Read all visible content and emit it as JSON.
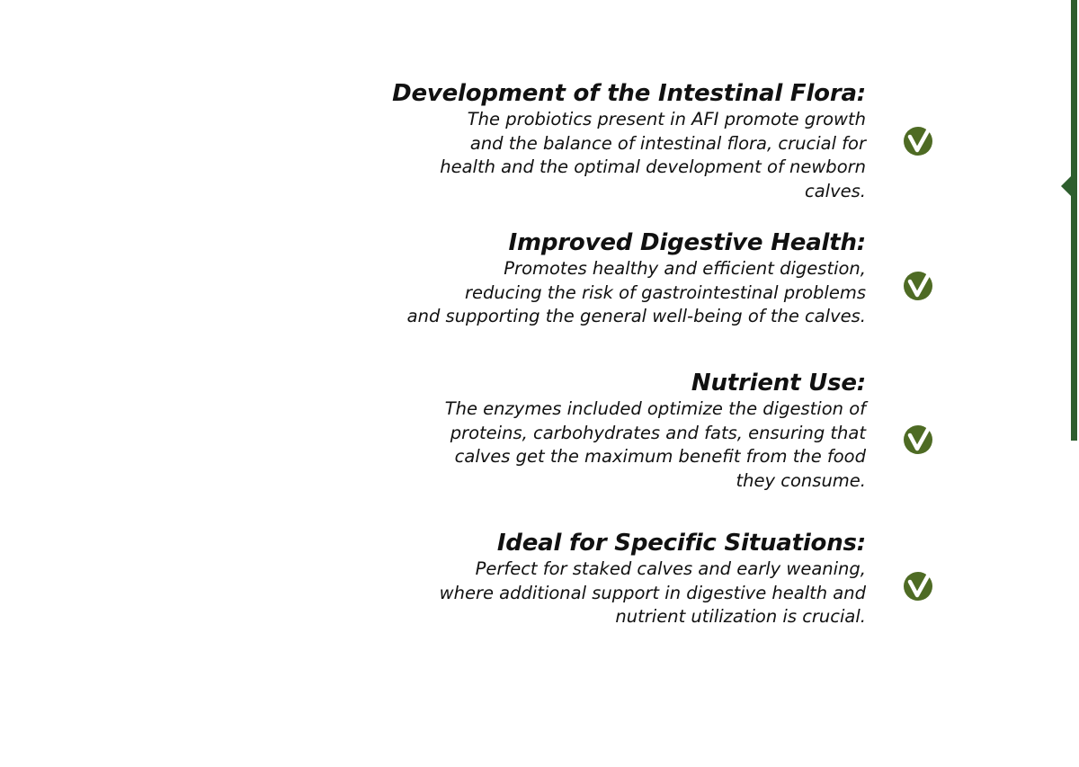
{
  "benefits": [
    {
      "title": "Development of the Intestinal Flora:",
      "lines": [
        "The probiotics present in AFI promote growth",
        "and the balance of intestinal flora, crucial for",
        "health and the optimal development of newborn",
        "calves."
      ]
    },
    {
      "title": "Improved Digestive Health:",
      "lines": [
        "Promotes healthy and efficient digestion,",
        "reducing the risk of gastrointestinal problems",
        "and supporting the general well-being of the calves."
      ]
    },
    {
      "title": "Nutrient Use:",
      "lines": [
        "The enzymes included optimize the digestion of",
        "proteins, carbohydrates and fats, ensuring that",
        "calves get the maximum benefit from the food",
        "they consume."
      ]
    },
    {
      "title": "Ideal for Specific Situations:",
      "lines": [
        "Perfect for staked calves and early weaning,",
        "where additional support in digestive health and",
        "nutrient utilization is crucial."
      ]
    }
  ],
  "icon": "checkmark-circle-icon",
  "colors": {
    "accent": "#2e5e2e",
    "check": "#4e6b24",
    "text": "#111111"
  }
}
